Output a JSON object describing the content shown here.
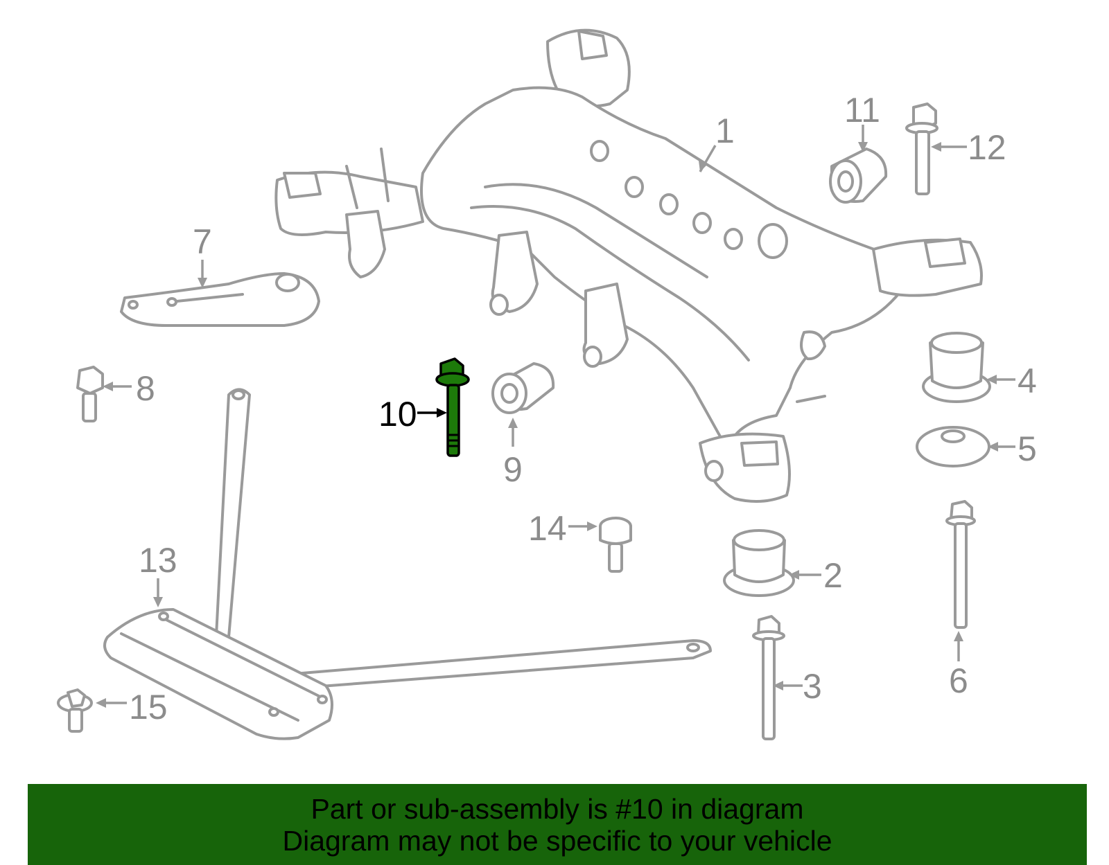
{
  "diagram": {
    "highlighted_part": "10",
    "highlight_color": "#1d7a0a",
    "line_color": "#9a9a9a",
    "callouts": [
      {
        "id": "c1",
        "label": "1"
      },
      {
        "id": "c2",
        "label": "2"
      },
      {
        "id": "c3",
        "label": "3"
      },
      {
        "id": "c4",
        "label": "4"
      },
      {
        "id": "c5",
        "label": "5"
      },
      {
        "id": "c6",
        "label": "6"
      },
      {
        "id": "c7",
        "label": "7"
      },
      {
        "id": "c8",
        "label": "8"
      },
      {
        "id": "c9",
        "label": "9"
      },
      {
        "id": "c10",
        "label": "10"
      },
      {
        "id": "c11",
        "label": "11"
      },
      {
        "id": "c12",
        "label": "12"
      },
      {
        "id": "c13",
        "label": "13"
      },
      {
        "id": "c14",
        "label": "14"
      },
      {
        "id": "c15",
        "label": "15"
      }
    ]
  },
  "banner": {
    "line1": "Part or sub-assembly is #10 in diagram",
    "line2": "Diagram may not be specific to your vehicle",
    "background": "#17640a"
  }
}
